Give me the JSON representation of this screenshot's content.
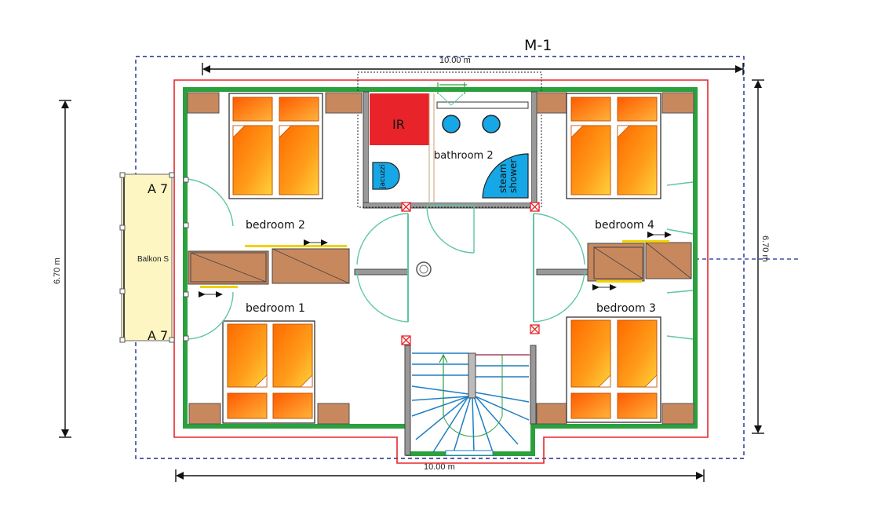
{
  "plan": {
    "title": "M-1",
    "dims": {
      "top": "10.00 m",
      "bottom": "10.00 m",
      "left": "6.70 m",
      "right": "6.70 m"
    },
    "rooms": {
      "bedroom1": "bedroom 1",
      "bedroom2": "bedroom 2",
      "bedroom3": "bedroom 3",
      "bedroom4": "bedroom 4",
      "bathroom2": "bathroom 2",
      "ir": "IR",
      "jacuzzi": "jacuzzi",
      "steam": "steam shower",
      "steam1": "steam",
      "steam2": "shower"
    },
    "balcony": "Balkon S",
    "windows": {
      "upper": "A 7",
      "lower": "A 7"
    }
  },
  "colors": {
    "outer_wall": "#e8262c",
    "inner_wall": "#2aa13c",
    "dashed": "#1f2b8f",
    "ir_room": "#e8242a",
    "balcony": "#fdf6c2"
  }
}
